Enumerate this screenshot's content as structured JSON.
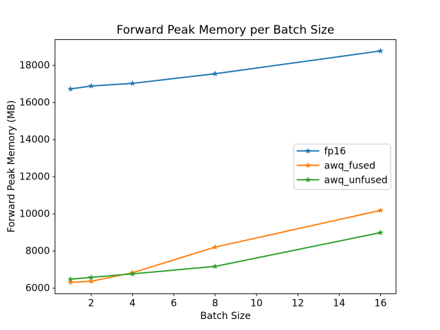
{
  "chart_data": {
    "type": "line",
    "title": "Forward Peak Memory per Batch Size",
    "xlabel": "Batch Size",
    "ylabel": "Forward Peak Memory (MB)",
    "x": [
      1,
      2,
      4,
      8,
      16
    ],
    "series": [
      {
        "name": "fp16",
        "color": "#1f77b4",
        "marker": "star",
        "values": [
          16730,
          16890,
          17030,
          17550,
          18780
        ]
      },
      {
        "name": "awq_fused",
        "color": "#ff7f0e",
        "marker": "star",
        "values": [
          6310,
          6370,
          6830,
          8210,
          10190
        ]
      },
      {
        "name": "awq_unfused",
        "color": "#2ca02c",
        "marker": "star",
        "values": [
          6480,
          6580,
          6770,
          7170,
          8990
        ]
      }
    ],
    "xticks": [
      2,
      4,
      6,
      8,
      10,
      12,
      14,
      16
    ],
    "yticks": [
      6000,
      8000,
      10000,
      12000,
      14000,
      16000,
      18000
    ],
    "xlim": [
      0.25,
      16.75
    ],
    "ylim": [
      5700,
      19390
    ],
    "grid": false,
    "legend": {
      "position": "center-right",
      "entries": [
        "fp16",
        "awq_fused",
        "awq_unfused"
      ]
    },
    "axis_color": "#000000",
    "legend_border_color": "#cccccc",
    "background_color": "#ffffff"
  }
}
